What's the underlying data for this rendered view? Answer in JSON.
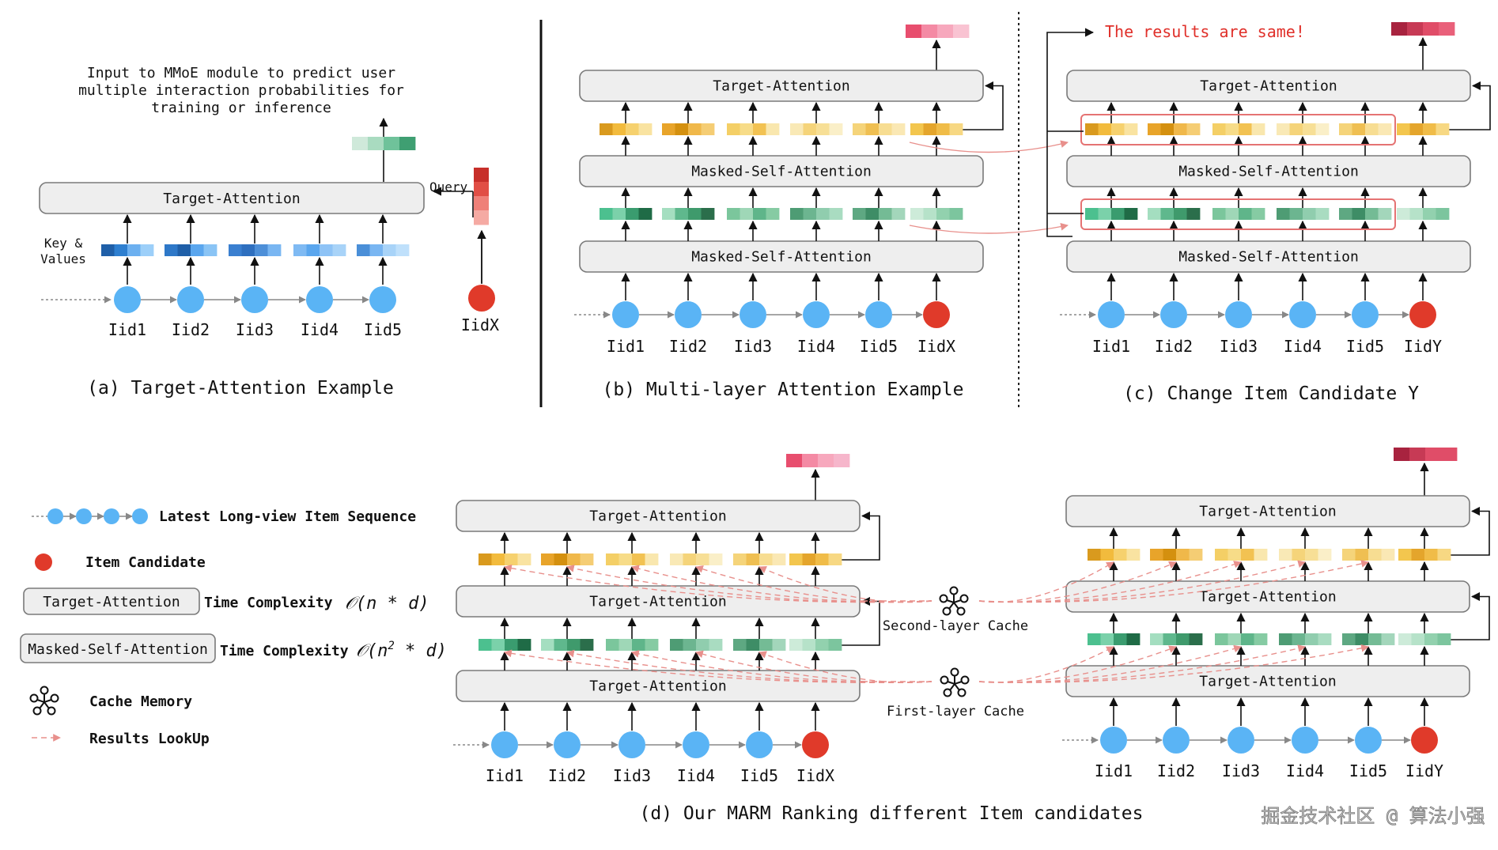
{
  "panel_a": {
    "description": "Input to MMoE module to predict  user\nmultiple interaction probabilities for\ntraining or inference",
    "block": "Target-Attention",
    "query_label": "Query",
    "kv_label": "Key &\nValues",
    "items": [
      "Iid1",
      "Iid2",
      "Iid3",
      "Iid4",
      "Iid5"
    ],
    "candidate": "IidX",
    "caption": "(a) Target-Attention Example"
  },
  "panel_b": {
    "blocks": [
      "Target-Attention",
      "Masked-Self-Attention",
      "Masked-Self-Attention"
    ],
    "items": [
      "Iid1",
      "Iid2",
      "Iid3",
      "Iid4",
      "Iid5",
      "IidX"
    ],
    "caption": "(b) Multi-layer Attention Example"
  },
  "panel_c": {
    "note": "The results are same!",
    "blocks": [
      "Target-Attention",
      "Masked-Self-Attention",
      "Masked-Self-Attention"
    ],
    "items": [
      "Iid1",
      "Iid2",
      "Iid3",
      "Iid4",
      "Iid5",
      "IidY"
    ],
    "caption": "(c) Change Item Candidate Y"
  },
  "legend": {
    "sequence": "Latest Long-view Item Sequence",
    "candidate": "Item Candidate",
    "ta_box": "Target-Attention",
    "ta_complexity": "Time Complexity",
    "mhsa_box": "Masked-Self-Attention",
    "mhsa_complexity": "Time Complexity",
    "cache": "Cache Memory",
    "lookup": "Results LookUp"
  },
  "panel_d": {
    "left_blocks": [
      "Target-Attention",
      "Target-Attention",
      "Target-Attention"
    ],
    "left_items": [
      "Iid1",
      "Iid2",
      "Iid3",
      "Iid4",
      "Iid5",
      "IidX"
    ],
    "right_blocks": [
      "Target-Attention",
      "Target-Attention",
      "Target-Attention"
    ],
    "right_items": [
      "Iid1",
      "Iid2",
      "Iid3",
      "Iid4",
      "Iid5",
      "IidY"
    ],
    "second_cache": "Second-layer Cache",
    "first_cache": "First-layer Cache",
    "caption": "(d) Our MARM Ranking different Item candidates"
  },
  "watermark": "掘金技术社区 @ 算法小强",
  "colors": {
    "item_node": "#5ab4f5",
    "candidate_node": "#e03a2a",
    "box_fill": "#eeeeee",
    "highlight": "#e57373",
    "red_note": "#e0302a"
  },
  "icons": [
    "cache-memory-icon"
  ]
}
